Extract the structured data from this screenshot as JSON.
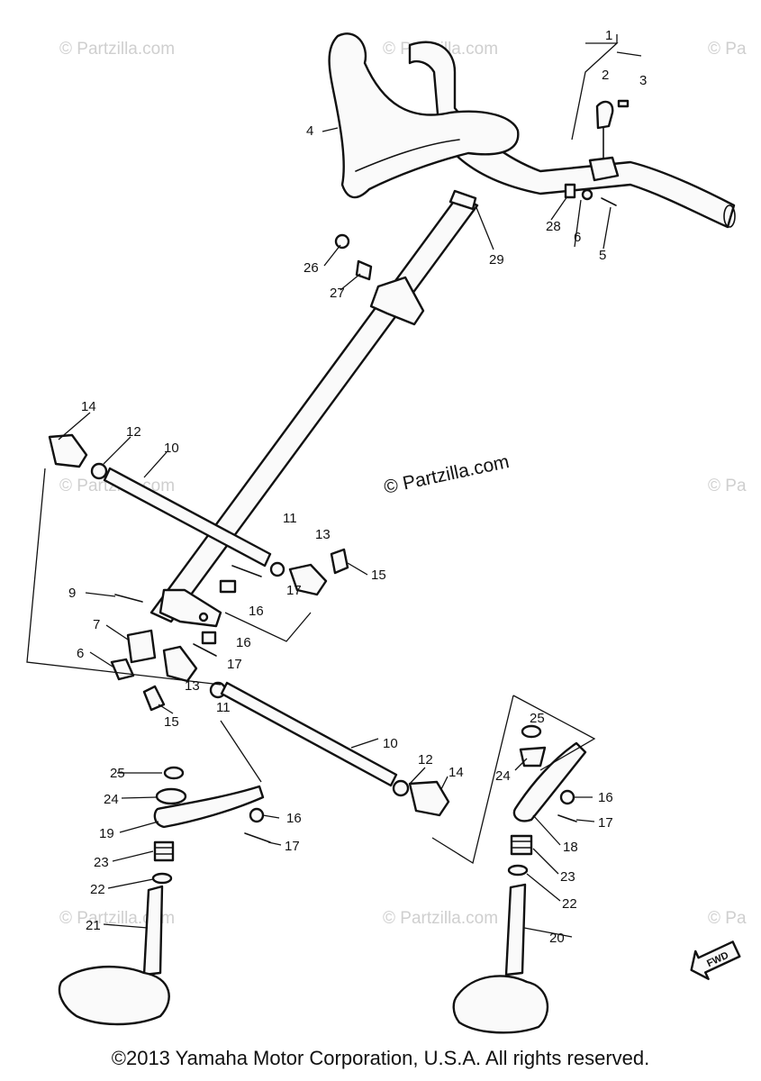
{
  "watermarks": {
    "faint": "© Partzilla.com",
    "faint_partial": "© Pa",
    "main": "© Partzilla.com"
  },
  "fwd_label": "FWD",
  "callouts": {
    "c1": "1",
    "c2": "2",
    "c3": "3",
    "c4": "4",
    "c5": "5",
    "c6": "6",
    "c6b": "6",
    "c7": "7",
    "c9": "9",
    "c10a": "10",
    "c10b": "10",
    "c11a": "11",
    "c11b": "11",
    "c12a": "12",
    "c12b": "12",
    "c13a": "13",
    "c13b": "13",
    "c14a": "14",
    "c14b": "14",
    "c15a": "15",
    "c15b": "15",
    "c16a": "16",
    "c16b": "16",
    "c16c": "16",
    "c16d": "16",
    "c17a": "17",
    "c17b": "17",
    "c17c": "17",
    "c17d": "17",
    "c18": "18",
    "c19": "19",
    "c20": "20",
    "c21": "21",
    "c22a": "22",
    "c22b": "22",
    "c23a": "23",
    "c23b": "23",
    "c24a": "24",
    "c24b": "24",
    "c25a": "25",
    "c25b": "25",
    "c26": "26",
    "c27": "27",
    "c28": "28",
    "c29": "29"
  },
  "copyright": "©2013 Yamaha Motor Corporation, U.S.A. All rights reserved."
}
